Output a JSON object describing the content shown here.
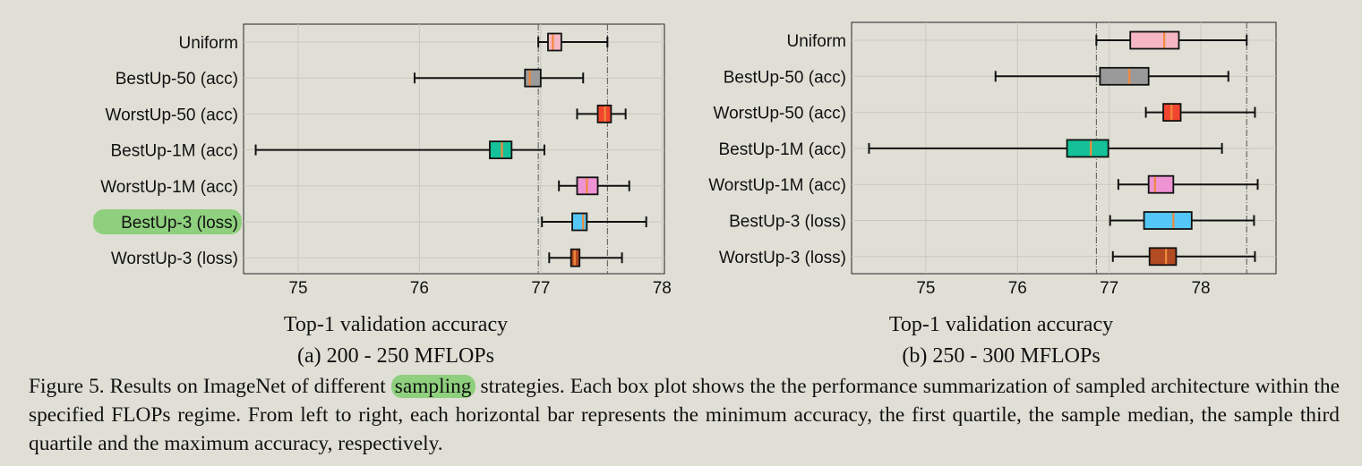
{
  "chart_data": [
    {
      "type": "box",
      "panel_caption": "(a) 200 - 250 MFLOPs",
      "xlabel": "Top-1 validation accuracy",
      "xlim": [
        74.55,
        78.02
      ],
      "xticks": [
        "75",
        "76",
        "77",
        "78"
      ],
      "grid": true,
      "reference_lines": [
        76.98,
        77.55
      ],
      "categories": [
        {
          "label": "Uniform",
          "min": 76.98,
          "q1": 77.06,
          "median": 77.1,
          "q3": 77.17,
          "max": 77.55,
          "color": "#f5b7c3",
          "median_color": "#f08a3c",
          "highlight": false
        },
        {
          "label": "BestUp-50 (acc)",
          "min": 75.96,
          "q1": 76.87,
          "median": 76.91,
          "q3": 77.0,
          "max": 77.35,
          "color": "#9a9a9a",
          "median_color": "#f08a3c",
          "highlight": false
        },
        {
          "label": "WorstUp-50 (acc)",
          "min": 77.3,
          "q1": 77.47,
          "median": 77.53,
          "q3": 77.58,
          "max": 77.7,
          "color": "#f2452e",
          "median_color": "#f08a3c",
          "highlight": false
        },
        {
          "label": "BestUp-1M (acc)",
          "min": 74.65,
          "q1": 76.58,
          "median": 76.68,
          "q3": 76.76,
          "max": 77.03,
          "color": "#14c199",
          "median_color": "#f08a3c",
          "highlight": false
        },
        {
          "label": "WorstUp-1M (acc)",
          "min": 77.15,
          "q1": 77.3,
          "median": 77.38,
          "q3": 77.47,
          "max": 77.73,
          "color": "#ee93d4",
          "median_color": "#f08a3c",
          "highlight": false
        },
        {
          "label": "BestUp-3 (loss)",
          "min": 77.01,
          "q1": 77.26,
          "median": 77.35,
          "q3": 77.38,
          "max": 77.87,
          "color": "#55c7f7",
          "median_color": "#f08a3c",
          "highlight": true
        },
        {
          "label": "WorstUp-3 (loss)",
          "min": 77.07,
          "q1": 77.25,
          "median": 77.28,
          "q3": 77.32,
          "max": 77.67,
          "color": "#b24a22",
          "median_color": "#f08a3c",
          "highlight": false
        }
      ]
    },
    {
      "type": "box",
      "panel_caption": "(b) 250 - 300 MFLOPs",
      "xlabel": "Top-1 validation accuracy",
      "xlim": [
        74.19,
        78.82
      ],
      "xticks": [
        "75",
        "76",
        "77",
        "78"
      ],
      "grid": true,
      "reference_lines": [
        76.86,
        78.5
      ],
      "categories": [
        {
          "label": "Uniform",
          "min": 76.86,
          "q1": 77.23,
          "median": 77.6,
          "q3": 77.76,
          "max": 78.5,
          "color": "#f5b7c3",
          "median_color": "#f08a3c",
          "highlight": false
        },
        {
          "label": "BestUp-50 (acc)",
          "min": 75.76,
          "q1": 76.9,
          "median": 77.22,
          "q3": 77.43,
          "max": 78.3,
          "color": "#9a9a9a",
          "median_color": "#f08a3c",
          "highlight": false
        },
        {
          "label": "WorstUp-50 (acc)",
          "min": 77.4,
          "q1": 77.59,
          "median": 77.68,
          "q3": 77.78,
          "max": 78.59,
          "color": "#f2452e",
          "median_color": "#f08a3c",
          "highlight": false
        },
        {
          "label": "BestUp-1M (acc)",
          "min": 74.38,
          "q1": 76.54,
          "median": 76.8,
          "q3": 76.99,
          "max": 78.23,
          "color": "#14c199",
          "median_color": "#f08a3c",
          "highlight": false
        },
        {
          "label": "WorstUp-1M (acc)",
          "min": 77.1,
          "q1": 77.43,
          "median": 77.5,
          "q3": 77.7,
          "max": 78.62,
          "color": "#ee93d4",
          "median_color": "#f08a3c",
          "highlight": false
        },
        {
          "label": "BestUp-3 (loss)",
          "min": 77.01,
          "q1": 77.38,
          "median": 77.7,
          "q3": 77.9,
          "max": 78.58,
          "color": "#55c7f7",
          "median_color": "#f08a3c",
          "highlight": false
        },
        {
          "label": "WorstUp-3 (loss)",
          "min": 77.04,
          "q1": 77.44,
          "median": 77.62,
          "q3": 77.73,
          "max": 78.59,
          "color": "#b24a22",
          "median_color": "#f08a3c",
          "highlight": false
        }
      ]
    }
  ],
  "caption": {
    "before_highlight": "Figure 5. Results on ImageNet of different ",
    "highlight": "sampling",
    "after_highlight": " strategies.  Each box plot shows the the performance summarization of sampled architecture within the specified FLOPs regime. From left to right, each horizontal bar represents the minimum accuracy, the first quartile, the sample median, the sample third quartile and the maximum accuracy, respectively."
  },
  "colors": {
    "background": "#e0dfd6",
    "highlight": "#8fd07e",
    "grid": "#c9c8bf",
    "reference_line": "#555555"
  }
}
